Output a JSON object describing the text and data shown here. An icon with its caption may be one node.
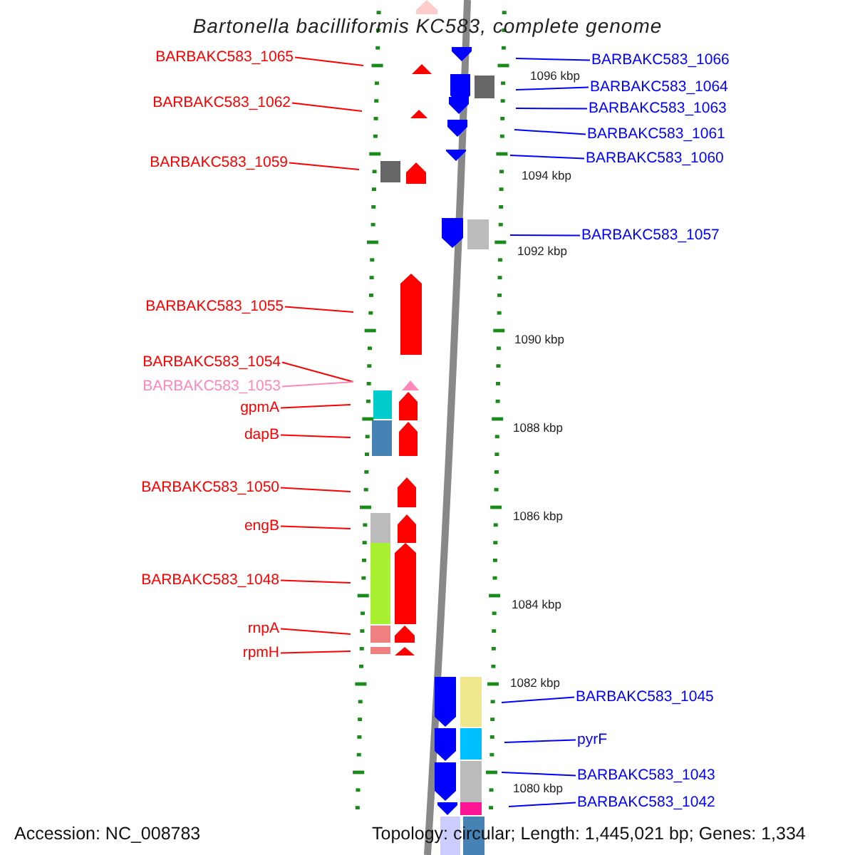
{
  "diagram": {
    "title": "Bartonella bacilliformis KC583, complete genome",
    "nodes": [
      {
        "text": [
          "BARBAKC583_1065"
        ]
      },
      {
        "text": [
          "BARBAKC583_1062"
        ]
      },
      {
        "text": [
          "BARBAKC583_1059"
        ]
      },
      {
        "text": [
          "BARBAKC583_1055"
        ]
      },
      {
        "text": [
          "BARBAKC583_1054"
        ]
      },
      {
        "text": [
          "BARBAKC583_1053"
        ]
      },
      {
        "text": [
          "gpmA"
        ]
      },
      {
        "text": [
          "dapB"
        ]
      },
      {
        "text": [
          "BARBAKC583_1050"
        ]
      },
      {
        "text": [
          "engB"
        ]
      },
      {
        "text": [
          "BARBAKC583_1048"
        ]
      },
      {
        "text": [
          "rnpA"
        ]
      },
      {
        "text": [
          "rpmH"
        ]
      },
      {
        "text": [
          "BARBAKC583_1066"
        ]
      },
      {
        "text": [
          "BARBAKC583_1064"
        ]
      },
      {
        "text": [
          "BARBAKC583_1063"
        ]
      },
      {
        "text": [
          "BARBAKC583_1061"
        ]
      },
      {
        "text": [
          "BARBAKC583_1060"
        ]
      },
      {
        "text": [
          "BARBAKC583_1057"
        ]
      },
      {
        "text": [
          "BARBAKC583_1045"
        ]
      },
      {
        "text": [
          "pyrF"
        ]
      },
      {
        "text": [
          "BARBAKC583_1043"
        ]
      },
      {
        "text": [
          "BARBAKC583_1042"
        ]
      }
    ],
    "edges": [
      {
        "from": 0,
        "to": null,
        "arrow": "none"
      },
      {
        "from": 1,
        "to": null,
        "arrow": "none"
      },
      {
        "from": 2,
        "to": null,
        "arrow": "none"
      },
      {
        "from": 3,
        "to": null,
        "arrow": "none"
      },
      {
        "from": 4,
        "to": null,
        "arrow": "none"
      },
      {
        "from": 5,
        "to": null,
        "arrow": "none",
        "color": "#ff88bb"
      },
      {
        "from": 6,
        "to": null,
        "arrow": "none"
      },
      {
        "from": 7,
        "to": null,
        "arrow": "none"
      },
      {
        "from": 8,
        "to": null,
        "arrow": "none"
      },
      {
        "from": 9,
        "to": null,
        "arrow": "none"
      },
      {
        "from": 10,
        "to": null,
        "arrow": "none"
      },
      {
        "from": 11,
        "to": null,
        "arrow": "none"
      },
      {
        "from": 12,
        "to": null,
        "arrow": "none"
      },
      {
        "from": 13,
        "to": null,
        "arrow": "none",
        "color": "#0000ff"
      },
      {
        "from": 14,
        "to": null,
        "arrow": "none",
        "color": "#0000ff"
      },
      {
        "from": 15,
        "to": null,
        "arrow": "none",
        "color": "#0000ff"
      },
      {
        "from": 16,
        "to": null,
        "arrow": "none",
        "color": "#0000ff"
      },
      {
        "from": 17,
        "to": null,
        "arrow": "none",
        "color": "#0000ff"
      },
      {
        "from": 18,
        "to": null,
        "arrow": "none",
        "color": "#0000ff"
      },
      {
        "from": 19,
        "to": null,
        "arrow": "none",
        "color": "#0000ff"
      },
      {
        "from": 20,
        "to": null,
        "arrow": "none",
        "color": "#0000ff"
      },
      {
        "from": 21,
        "to": null,
        "arrow": "none",
        "color": "#0000ff"
      },
      {
        "from": 22,
        "to": null,
        "arrow": "none",
        "color": "#0000ff"
      }
    ],
    "labels": [
      "1096 kbp",
      "1094 kbp",
      "1092 kbp",
      "1090 kbp",
      "1088 kbp",
      "1086 kbp",
      "1084 kbp",
      "1082 kbp",
      "1080 kbp",
      "Accession: NC_008783",
      "Topology: circular; Length: 1,445,021 bp; Genes: 1,334"
    ]
  }
}
